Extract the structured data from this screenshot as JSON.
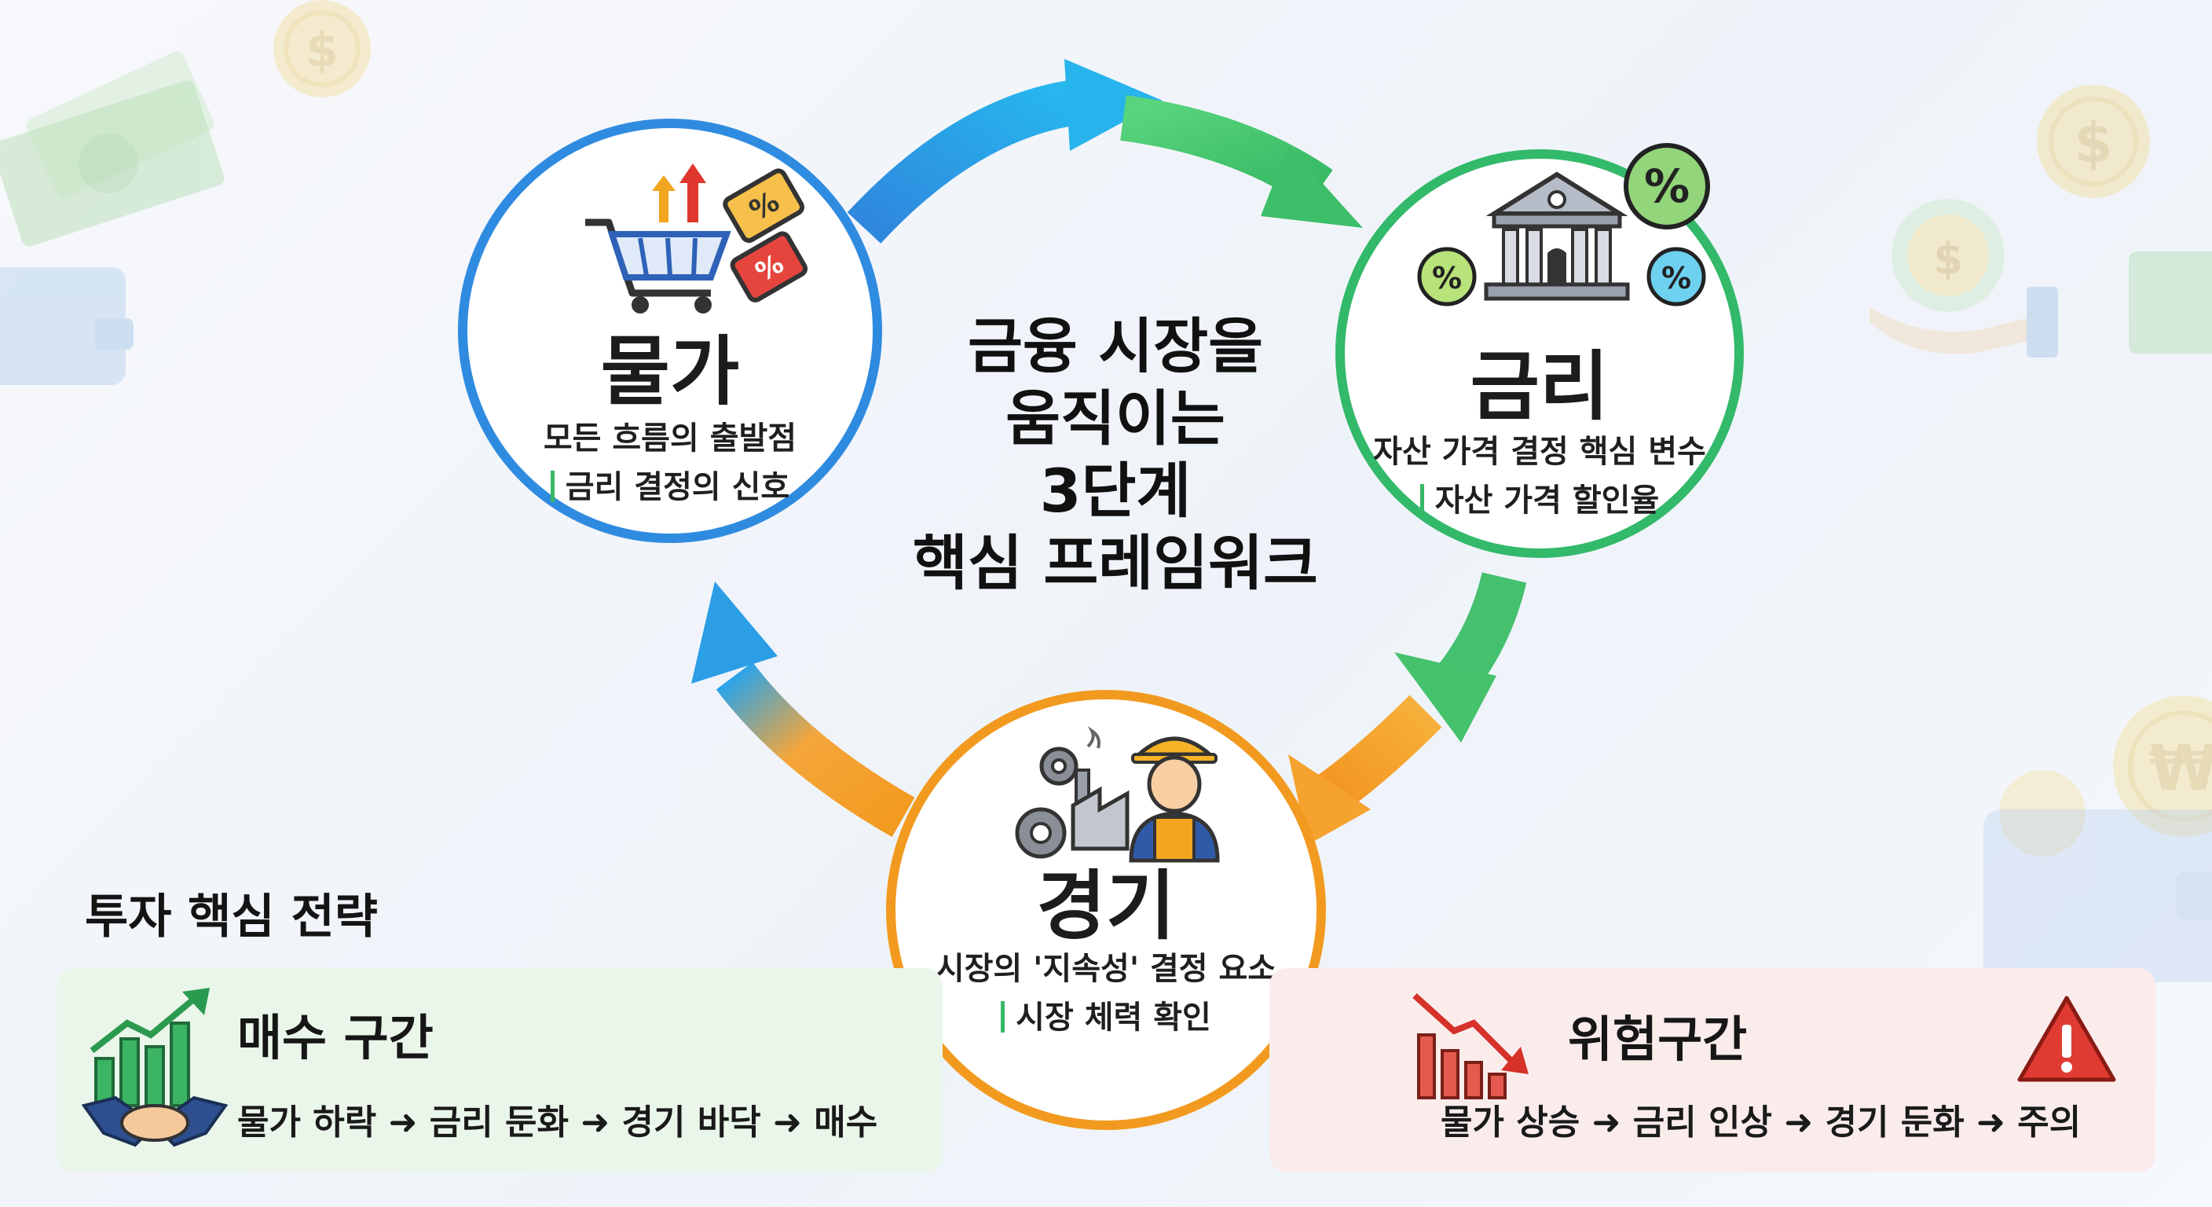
{
  "center_title": [
    "금융 시장을",
    "움직이는",
    "3단계",
    "핵심 프레임워크"
  ],
  "nodes": {
    "prices": {
      "title": "물가",
      "line1": "모든 흐름의 출발점",
      "line2": "금리 결정의 신호",
      "color": "#2f8be0"
    },
    "rates": {
      "title": "금리",
      "line1": "자산 가격 결정 핵심 변수",
      "line2": "자산 가격 할인율",
      "color": "#33b96a"
    },
    "economy": {
      "title": "경기",
      "line1": "시장의 '지속성' 결정 요소",
      "line2": "시장 체력 확인",
      "color": "#f29a1f"
    }
  },
  "strategy": {
    "title": "투자 핵심 전략",
    "buy": {
      "label": "매수 구간",
      "flow": "물가 하락 ➜ 금리 둔화 ➜ 경기 바닥 ➜ 매수"
    },
    "risk": {
      "label": "위험구간",
      "flow": "물가 상승 ➜ 금리 인상 ➜ 경기 둔화 ➜ 주의"
    }
  },
  "icons": {
    "prices": [
      "shopping-cart-icon",
      "price-tag-icon",
      "up-arrows-icon"
    ],
    "rates": [
      "bank-building-icon",
      "percent-bubble-icon"
    ],
    "economy": [
      "gears-icon",
      "factory-icon",
      "worker-icon"
    ],
    "buy": [
      "growth-chart-icon",
      "handshake-icon"
    ],
    "risk": [
      "falling-chart-icon",
      "warning-triangle-icon"
    ]
  },
  "colors": {
    "blue": "#2f8be0",
    "green": "#33b96a",
    "orange": "#f29a1f",
    "buy_bg": "#eaf6ea",
    "risk_bg": "#fbecec",
    "risk_accent": "#e03b32"
  }
}
